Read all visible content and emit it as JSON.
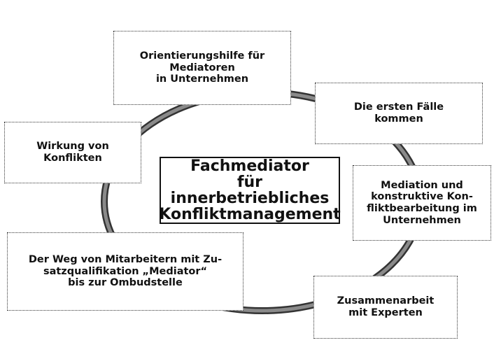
{
  "center": {
    "lines": [
      "Fachmediator",
      "für innerbetriebliches",
      "Konfliktmanagement"
    ]
  },
  "topics": [
    {
      "id": "orientierung",
      "lines": [
        "Orientierungshilfe für",
        "Mediatoren",
        "in Unternehmen"
      ]
    },
    {
      "id": "erste-faelle",
      "lines": [
        "Die ersten Fälle",
        "kommen"
      ]
    },
    {
      "id": "mediation",
      "lines": [
        "Mediation und",
        "konstruktive Kon-",
        "fliktbearbeitung im",
        "Unternehmen"
      ]
    },
    {
      "id": "zusammenarbeit",
      "lines": [
        "Zusammenarbeit",
        "mit Experten"
      ]
    },
    {
      "id": "weg",
      "lines": [
        "Der Weg von Mitarbeitern mit Zu-",
        "satzqualifikation „Mediator“",
        "bis zur Ombudstelle"
      ]
    },
    {
      "id": "wirkung",
      "lines": [
        "Wirkung von",
        "Konflikten"
      ]
    }
  ],
  "colors": {
    "ring_outer": "#333333",
    "ring_inner": "#8a8a8a",
    "border": "#333333",
    "text": "#111111"
  }
}
